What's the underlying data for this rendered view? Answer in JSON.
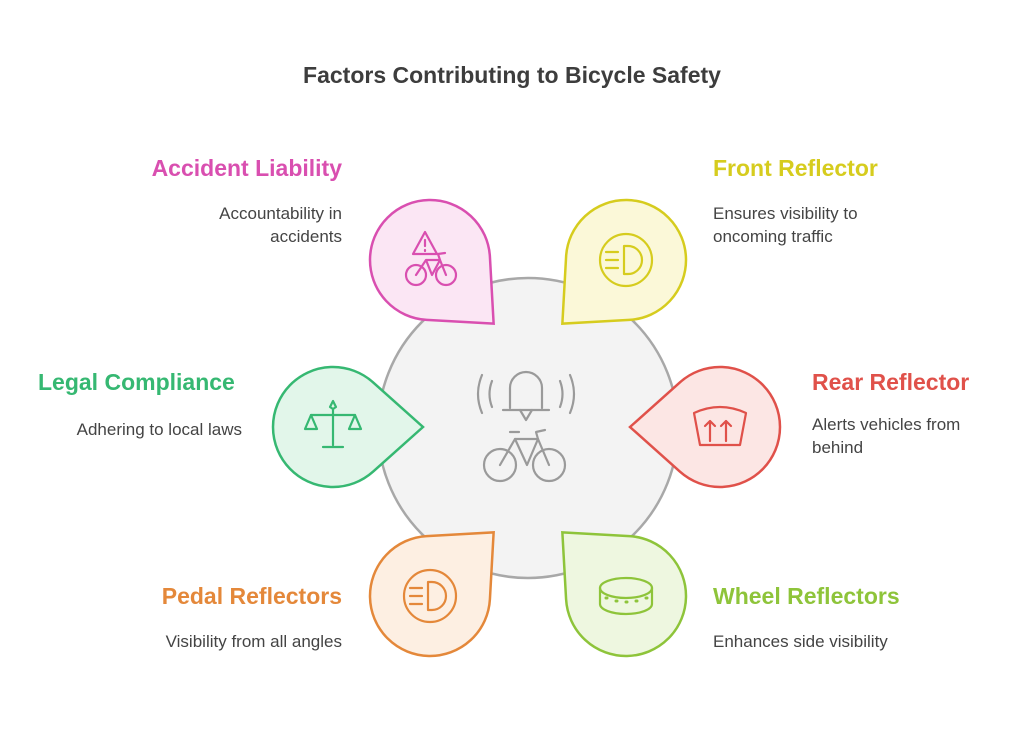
{
  "title": "Factors Contributing to Bicycle Safety",
  "center": {
    "icons": [
      "bell-icon",
      "bicycle-icon"
    ]
  },
  "factors": [
    {
      "id": "accident-liability",
      "label": "Accident Liability",
      "description_lines": [
        "Accountability in",
        "accidents"
      ],
      "color": "#d94fb0",
      "fill": "#fbe6f4",
      "icon": "warning-bicycle-icon"
    },
    {
      "id": "front-reflector",
      "label": "Front Reflector",
      "description_lines": [
        "Ensures visibility to",
        "oncoming traffic"
      ],
      "color": "#d6cc1e",
      "fill": "#fbf8d8",
      "icon": "headlight-icon"
    },
    {
      "id": "legal-compliance",
      "label": "Legal Compliance",
      "description_lines": [
        "Adhering to local laws"
      ],
      "color": "#36b872",
      "fill": "#e2f6ea",
      "icon": "scales-icon"
    },
    {
      "id": "rear-reflector",
      "label": "Rear Reflector",
      "description_lines": [
        "Alerts vehicles from",
        "behind"
      ],
      "color": "#e0514a",
      "fill": "#fce6e4",
      "icon": "rear-window-defrost-icon"
    },
    {
      "id": "pedal-reflectors",
      "label": "Pedal Reflectors",
      "description_lines": [
        "Visibility from all angles"
      ],
      "color": "#e4883a",
      "fill": "#fdefe2",
      "icon": "headlight-icon"
    },
    {
      "id": "wheel-reflectors",
      "label": "Wheel Reflectors",
      "description_lines": [
        "Enhances side visibility"
      ],
      "color": "#8ec43a",
      "fill": "#eef7e0",
      "icon": "wheel-band-icon"
    }
  ]
}
